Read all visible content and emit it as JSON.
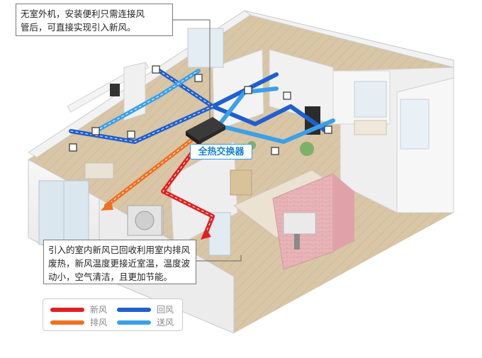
{
  "callouts": {
    "top": [
      "无室外机，安装便利只需连接风",
      "管后，可直接实现引入新风。"
    ],
    "bottom": [
      "引入的室内新风已回收利用室内排风",
      "废热，新风温度更接近室温，温度波",
      "动小，空气清洁，且更加节能。"
    ]
  },
  "exchanger": {
    "label": "全热交换器"
  },
  "legend": {
    "items": [
      {
        "label": "新风",
        "color": "#e02020"
      },
      {
        "label": "回风",
        "color": "#1f5fd0"
      },
      {
        "label": "排风",
        "color": "#f07020"
      },
      {
        "label": "送风",
        "color": "#3aa0ea"
      }
    ]
  }
}
